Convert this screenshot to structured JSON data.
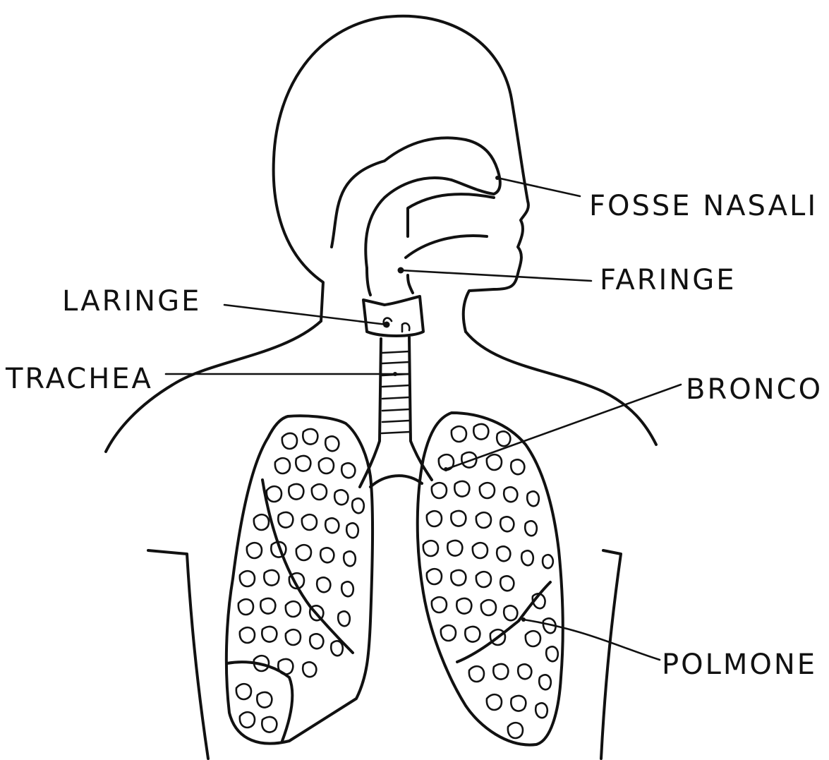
{
  "labels": {
    "fosse_nasali": "FOSSE NASALI",
    "faringe": "FARINGE",
    "laringe": "LARINGE",
    "trachea": "TRACHEA",
    "bronco": "BRONCO",
    "polmone": "POLMONE"
  }
}
